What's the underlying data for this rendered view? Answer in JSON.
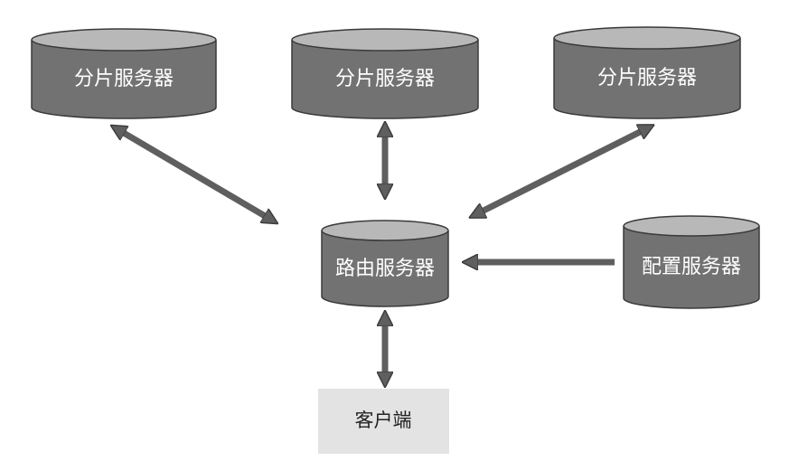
{
  "nodes": {
    "shard_1": {
      "label": "分片服务器"
    },
    "shard_2": {
      "label": "分片服务器"
    },
    "shard_3": {
      "label": "分片服务器"
    },
    "router": {
      "label": "路由服务器"
    },
    "config": {
      "label": "配置服务器"
    },
    "client": {
      "label": "客户端"
    }
  },
  "colors": {
    "cylinder_body": "#727272",
    "cylinder_top": "#b8b8b8",
    "arrow": "#5f5f5f",
    "client_box": "#e3e3e3"
  }
}
